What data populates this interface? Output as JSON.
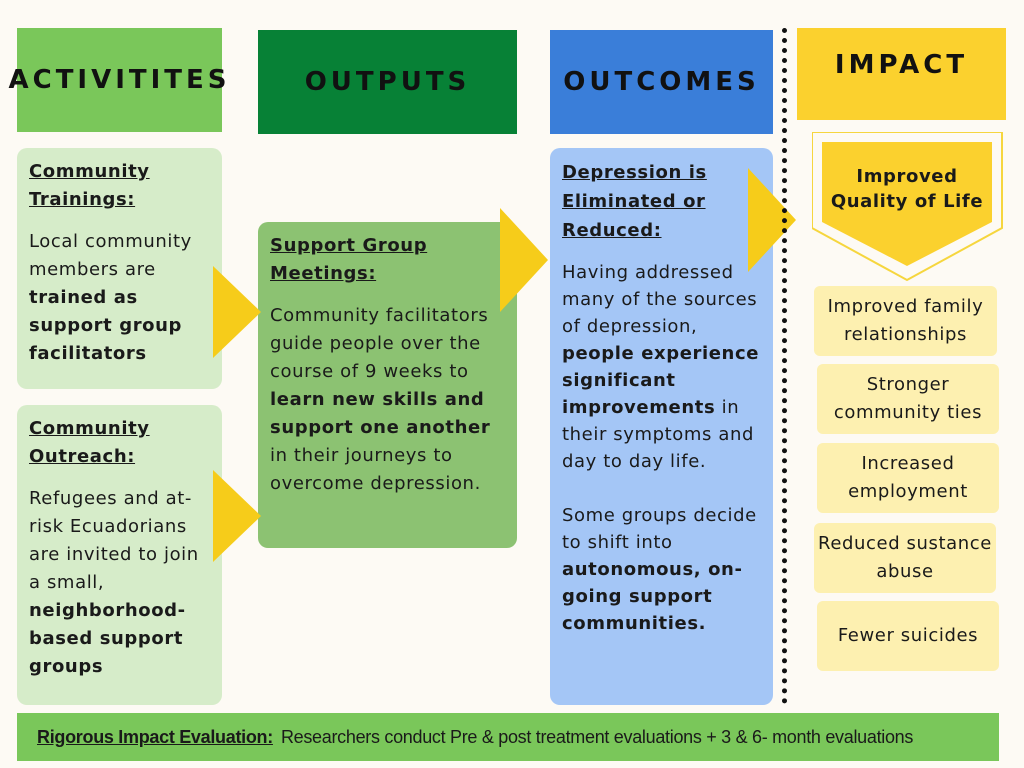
{
  "headers": {
    "activities": "ACTIVITITES",
    "outputs": "OUTPUTS",
    "outcomes": "OUTCOMES",
    "impact": "IMPACT"
  },
  "activities": {
    "training": {
      "title": "Community Trainings:",
      "text_1": "Local community members are ",
      "bold_1": "trained as support group facilitators"
    },
    "outreach": {
      "title": "Community Outreach:",
      "text_1": "Refugees and at-risk Ecuadorians are invited to join a small, ",
      "bold_1": "neighborhood-based support groups"
    }
  },
  "outputs": {
    "support": {
      "title": "Support Group Meetings:",
      "text_1": "Community facilitators guide people over the course of 9 weeks to ",
      "bold_1": "learn new skills and support one another",
      "text_2": " in their journeys to overcome depression."
    }
  },
  "outcomes": {
    "depression": {
      "title": "Depression is Eliminated or Reduced:",
      "text_1": "Having addressed many of the sources of depression, ",
      "bold_1": "people experience significant improvements",
      "text_2": " in their symptoms and day to day life.",
      "text_3": "Some groups decide to shift into ",
      "bold_2": "autonomous, on-going support communities."
    }
  },
  "impact": {
    "main": "Improved Quality of Life",
    "items": [
      "Improved family relationships",
      "Stronger community ties",
      "Increased employment",
      "Reduced sustance abuse",
      "Fewer suicides"
    ]
  },
  "footer": {
    "label": "Rigorous Impact Evaluation:",
    "text": "Researchers conduct  Pre & post treatment evaluations + 3 & 6- month evaluations"
  },
  "colors": {
    "green_light": "#7ac75a",
    "green_dark": "#078136",
    "blue": "#3a7ed9",
    "yellow": "#fbd12e",
    "arrow_yellow": "#f6cc1a"
  }
}
